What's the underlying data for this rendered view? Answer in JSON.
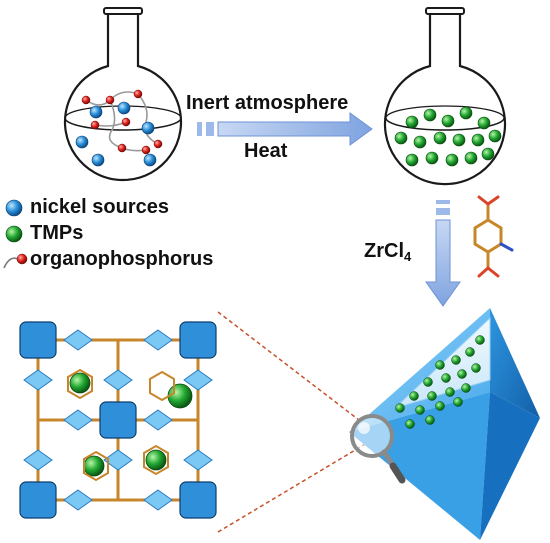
{
  "step1": {
    "condition": "Inert atmosphere",
    "process": "Heat"
  },
  "step2": {
    "reagent_main": "ZrCl",
    "reagent_sub": "4"
  },
  "legend": [
    {
      "label": "nickel sources",
      "icon": "blue-sphere-icon",
      "color": "#2a8fd8"
    },
    {
      "label": "TMPs",
      "icon": "green-sphere-icon",
      "color": "#22a832"
    },
    {
      "label": "organophosphorus",
      "icon": "red-chain-icon",
      "color": "#e0201c"
    }
  ],
  "colors": {
    "arrow": "#8fb0e4",
    "octahedron_light": "#6fc2f2",
    "octahedron_dark": "#1f86d6",
    "dashed_connector": "#c8502a",
    "linker": "#c8862a"
  }
}
